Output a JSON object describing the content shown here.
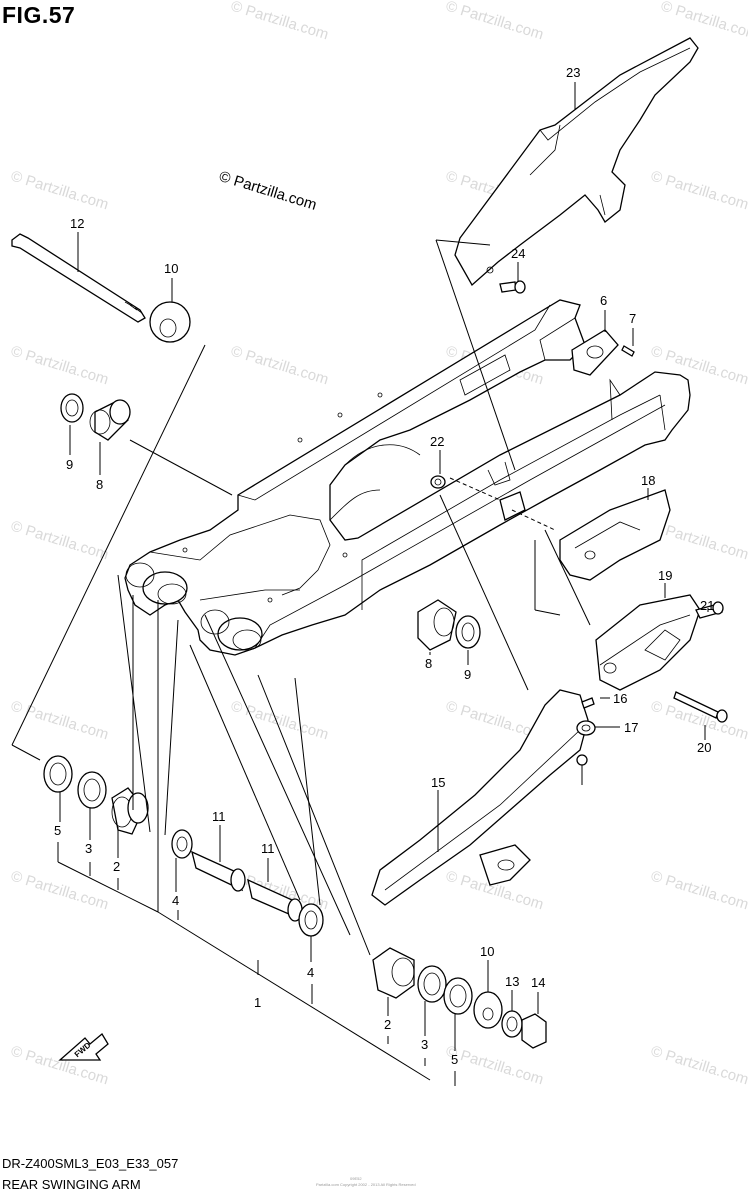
{
  "figure": {
    "title": "FIG.57",
    "copyright": "© Partzilla.com",
    "watermark": "© Partzilla.com",
    "model_code": "DR-Z400SML3_E03_E33_057",
    "caption": "REAR SWINGING ARM",
    "fine_code": "09E52",
    "fine_print": "Partzilla.com Copyright 2002 - 2013 All Rights Reserved",
    "direction_label": "FWD"
  },
  "callouts": [
    "1",
    "2",
    "2",
    "3",
    "3",
    "4",
    "4",
    "5",
    "5",
    "6",
    "7",
    "8",
    "8",
    "9",
    "9",
    "10",
    "10",
    "11",
    "11",
    "12",
    "13",
    "14",
    "15",
    "16",
    "17",
    "18",
    "19",
    "20",
    "21",
    "22",
    "23",
    "24"
  ]
}
